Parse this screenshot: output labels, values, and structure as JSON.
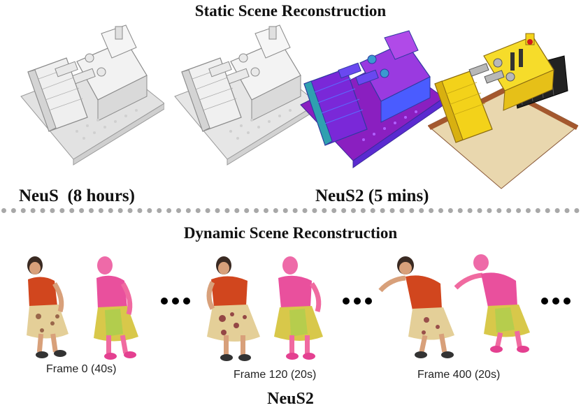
{
  "static_section": {
    "title": "Static Scene Reconstruction",
    "left_method_label": "NeuS  (8 hours)",
    "right_method_label": "NeuS2 (5 mins)",
    "renders": [
      "NeuS mesh render of lego bulldozer (gray)",
      "NeuS2 mesh render of lego bulldozer (gray)",
      "NeuS2 normal map render of lego bulldozer",
      "NeuS2 color render of lego bulldozer"
    ]
  },
  "dynamic_section": {
    "title": "Dynamic Scene Reconstruction",
    "frames": [
      {
        "label": "Frame 0 (40s)"
      },
      {
        "label": "Frame 120 (20s)"
      },
      {
        "label": "Frame 400 (20s)"
      }
    ],
    "method_label": "NeuS2"
  },
  "colors": {
    "mesh_gray": "#e6e6e6",
    "normal_purple": "#8a1fc0",
    "normal_blue": "#4a5cff",
    "lego_yellow": "#f3d21a",
    "base_tan": "#e9d7ae",
    "shirt_red": "#d1461e",
    "skirt_cream": "#e4cf98",
    "normal_pink": "#e9509d",
    "normal_yellow": "#e6d23c",
    "divider_gray": "#a8a8a8"
  }
}
